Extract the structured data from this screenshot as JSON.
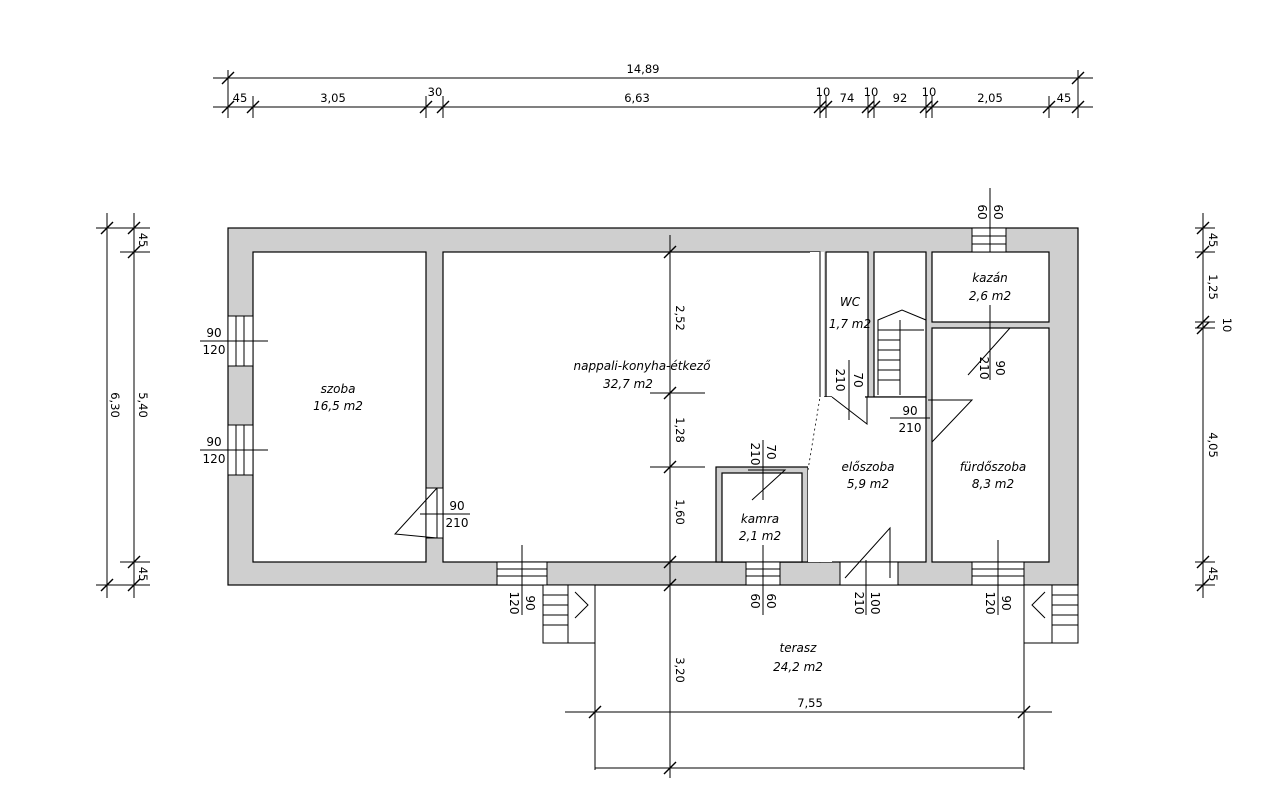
{
  "dimensions": {
    "top_total": "14,89",
    "top_segments": [
      "45",
      "3,05",
      "30",
      "6,63",
      "10",
      "74",
      "10",
      "92",
      "10",
      "2,05",
      "45"
    ],
    "left_total": "6,30",
    "left_inner": "5,40",
    "left_wall_top": "45",
    "left_wall_bottom": "45",
    "right_segments": [
      "45",
      "1,25",
      "10",
      "4,05",
      "45"
    ],
    "center_vertical": [
      "2,52",
      "1,28",
      "1,60",
      "3,20"
    ],
    "terrace_width": "7,55"
  },
  "rooms": [
    {
      "name": "szoba",
      "area": "16,5 m2"
    },
    {
      "name": "nappali-konyha-étkező",
      "area": "32,7 m2"
    },
    {
      "name": "WC",
      "area": "1,7 m2"
    },
    {
      "name": "kazán",
      "area": "2,6 m2"
    },
    {
      "name": "kamra",
      "area": "2,1 m2"
    },
    {
      "name": "előszoba",
      "area": "5,9 m2"
    },
    {
      "name": "fürdőszoba",
      "area": "8,3 m2"
    },
    {
      "name": "terasz",
      "area": "24,2 m2"
    }
  ],
  "openings": {
    "szoba_window_1": {
      "w": "90",
      "h": "120"
    },
    "szoba_window_2": {
      "w": "90",
      "h": "120"
    },
    "szoba_door": {
      "w": "90",
      "h": "210"
    },
    "wc_door": {
      "w": "70",
      "h": "210"
    },
    "kazan_window": {
      "w": "60",
      "h": "60"
    },
    "kazan_door": {
      "w": "90",
      "h": "210"
    },
    "eloszoba_door": {
      "w": "90",
      "h": "210"
    },
    "kamra_door": {
      "w": "70",
      "h": "210"
    },
    "nappali_window": {
      "w": "90",
      "h": "120"
    },
    "kamra_window": {
      "w": "60",
      "h": "60"
    },
    "entrance_door": {
      "w": "100",
      "h": "210"
    },
    "furdo_window": {
      "w": "90",
      "h": "120"
    }
  }
}
